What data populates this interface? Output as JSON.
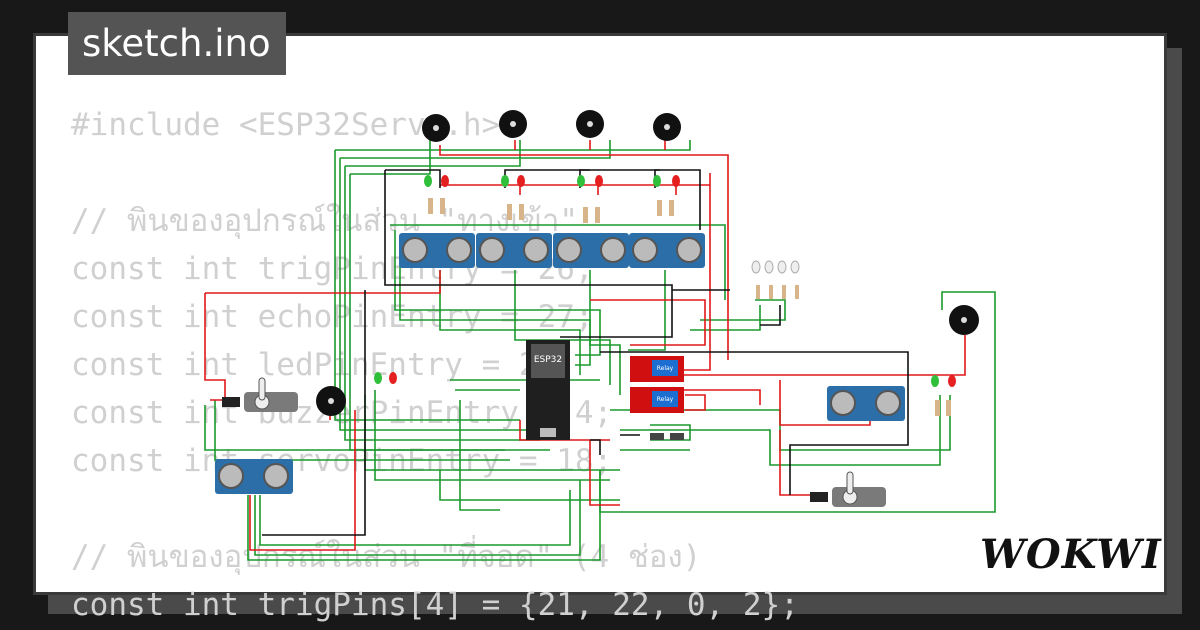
{
  "title": "sketch.ino",
  "brand": "WOKWI",
  "code_lines": [
    "#include <ESP32Servo.h>",
    "",
    "// พินของอุปกรณ์ในส่วน \"ทางเข้า\"",
    "const int trigPinEntry = 26;",
    "const int echoPinEntry = 27;",
    "const int ledPinEntry = 2;",
    "const int buzzerPinEntry = 4;",
    "const int servoPinEntry = 18;",
    "",
    "// พินของอุปกรณ์ในส่วน \"ที่จอด\" (4 ช่อง)",
    "const int trigPins[4] = {21, 22, 0, 2};"
  ],
  "components": {
    "mcu_label": "ESP32",
    "relay_label": "Relay"
  },
  "colors": {
    "background": "#181818",
    "card": "#ffffff",
    "code_text": "#d0d0d0",
    "title_tab": "#545454",
    "wire_green": "#1c9a2c",
    "wire_red": "#e01818",
    "wire_black": "#111111",
    "sensor_blue": "#2c6fa8",
    "relay_red": "#d01010"
  }
}
